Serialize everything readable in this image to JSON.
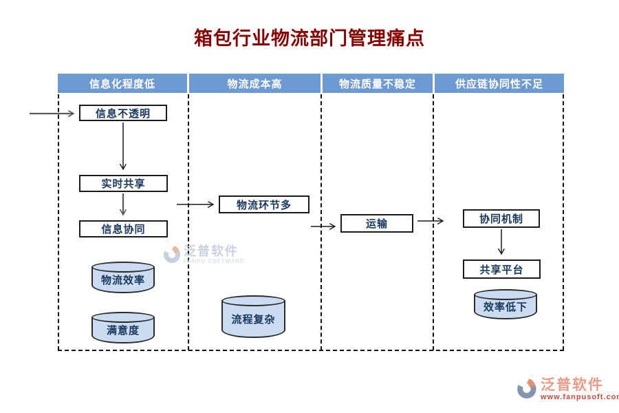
{
  "page": {
    "title": "箱包行业物流部门管理痛点"
  },
  "columns": [
    {
      "header": "信息化程度低",
      "boxes": [
        "信息不透明",
        "实时共享",
        "信息协同"
      ],
      "cylinders": [
        "物流效率",
        "满意度"
      ]
    },
    {
      "header": "物流成本高",
      "boxes": [
        "物流环节多"
      ],
      "cylinders": [
        "流程复杂"
      ]
    },
    {
      "header": "物流质量不稳定",
      "boxes": [
        "运输"
      ],
      "cylinders": []
    },
    {
      "header": "供应链协同性不足",
      "boxes": [
        "协同机制",
        "共享平台"
      ],
      "cylinders": [
        "效率低下"
      ]
    }
  ],
  "watermark": {
    "name": "泛普软件",
    "subtitle": "FANPU SOFTWARE"
  },
  "footer": {
    "brand": "泛普软件",
    "url": "www.fanpusoft.com"
  },
  "colors": {
    "title": "#8B0000",
    "header_bg": "#6D9AD3",
    "header_text": "#FFFFFF",
    "node_text": "#17375E",
    "cylinder_fill": "#CBDCF1",
    "box_fill": "#FFFFFF",
    "border": "#1A1A1A",
    "arrow_gray": "#595959",
    "brand_salmon": "#E89C87",
    "brand_red": "#D2473A"
  }
}
